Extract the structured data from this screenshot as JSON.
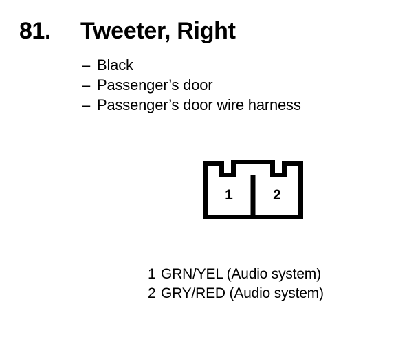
{
  "header": {
    "number": "81.",
    "title": "Tweeter, Right"
  },
  "attributes": {
    "dash": "–",
    "items": [
      {
        "text": "Black"
      },
      {
        "text": "Passenger’s door"
      },
      {
        "text": "Passenger’s door wire harness"
      }
    ]
  },
  "connector": {
    "name": "2-pin-connector-outline",
    "stroke_color": "#000000",
    "fill_color": "#ffffff",
    "pins": [
      {
        "number": "1"
      },
      {
        "number": "2"
      }
    ]
  },
  "legend": {
    "rows": [
      {
        "pin": "1",
        "description": "GRN/YEL (Audio system)"
      },
      {
        "pin": "2",
        "description": "GRY/RED (Audio system)"
      }
    ]
  },
  "colors": {
    "background": "#ffffff",
    "ink": "#000000"
  }
}
